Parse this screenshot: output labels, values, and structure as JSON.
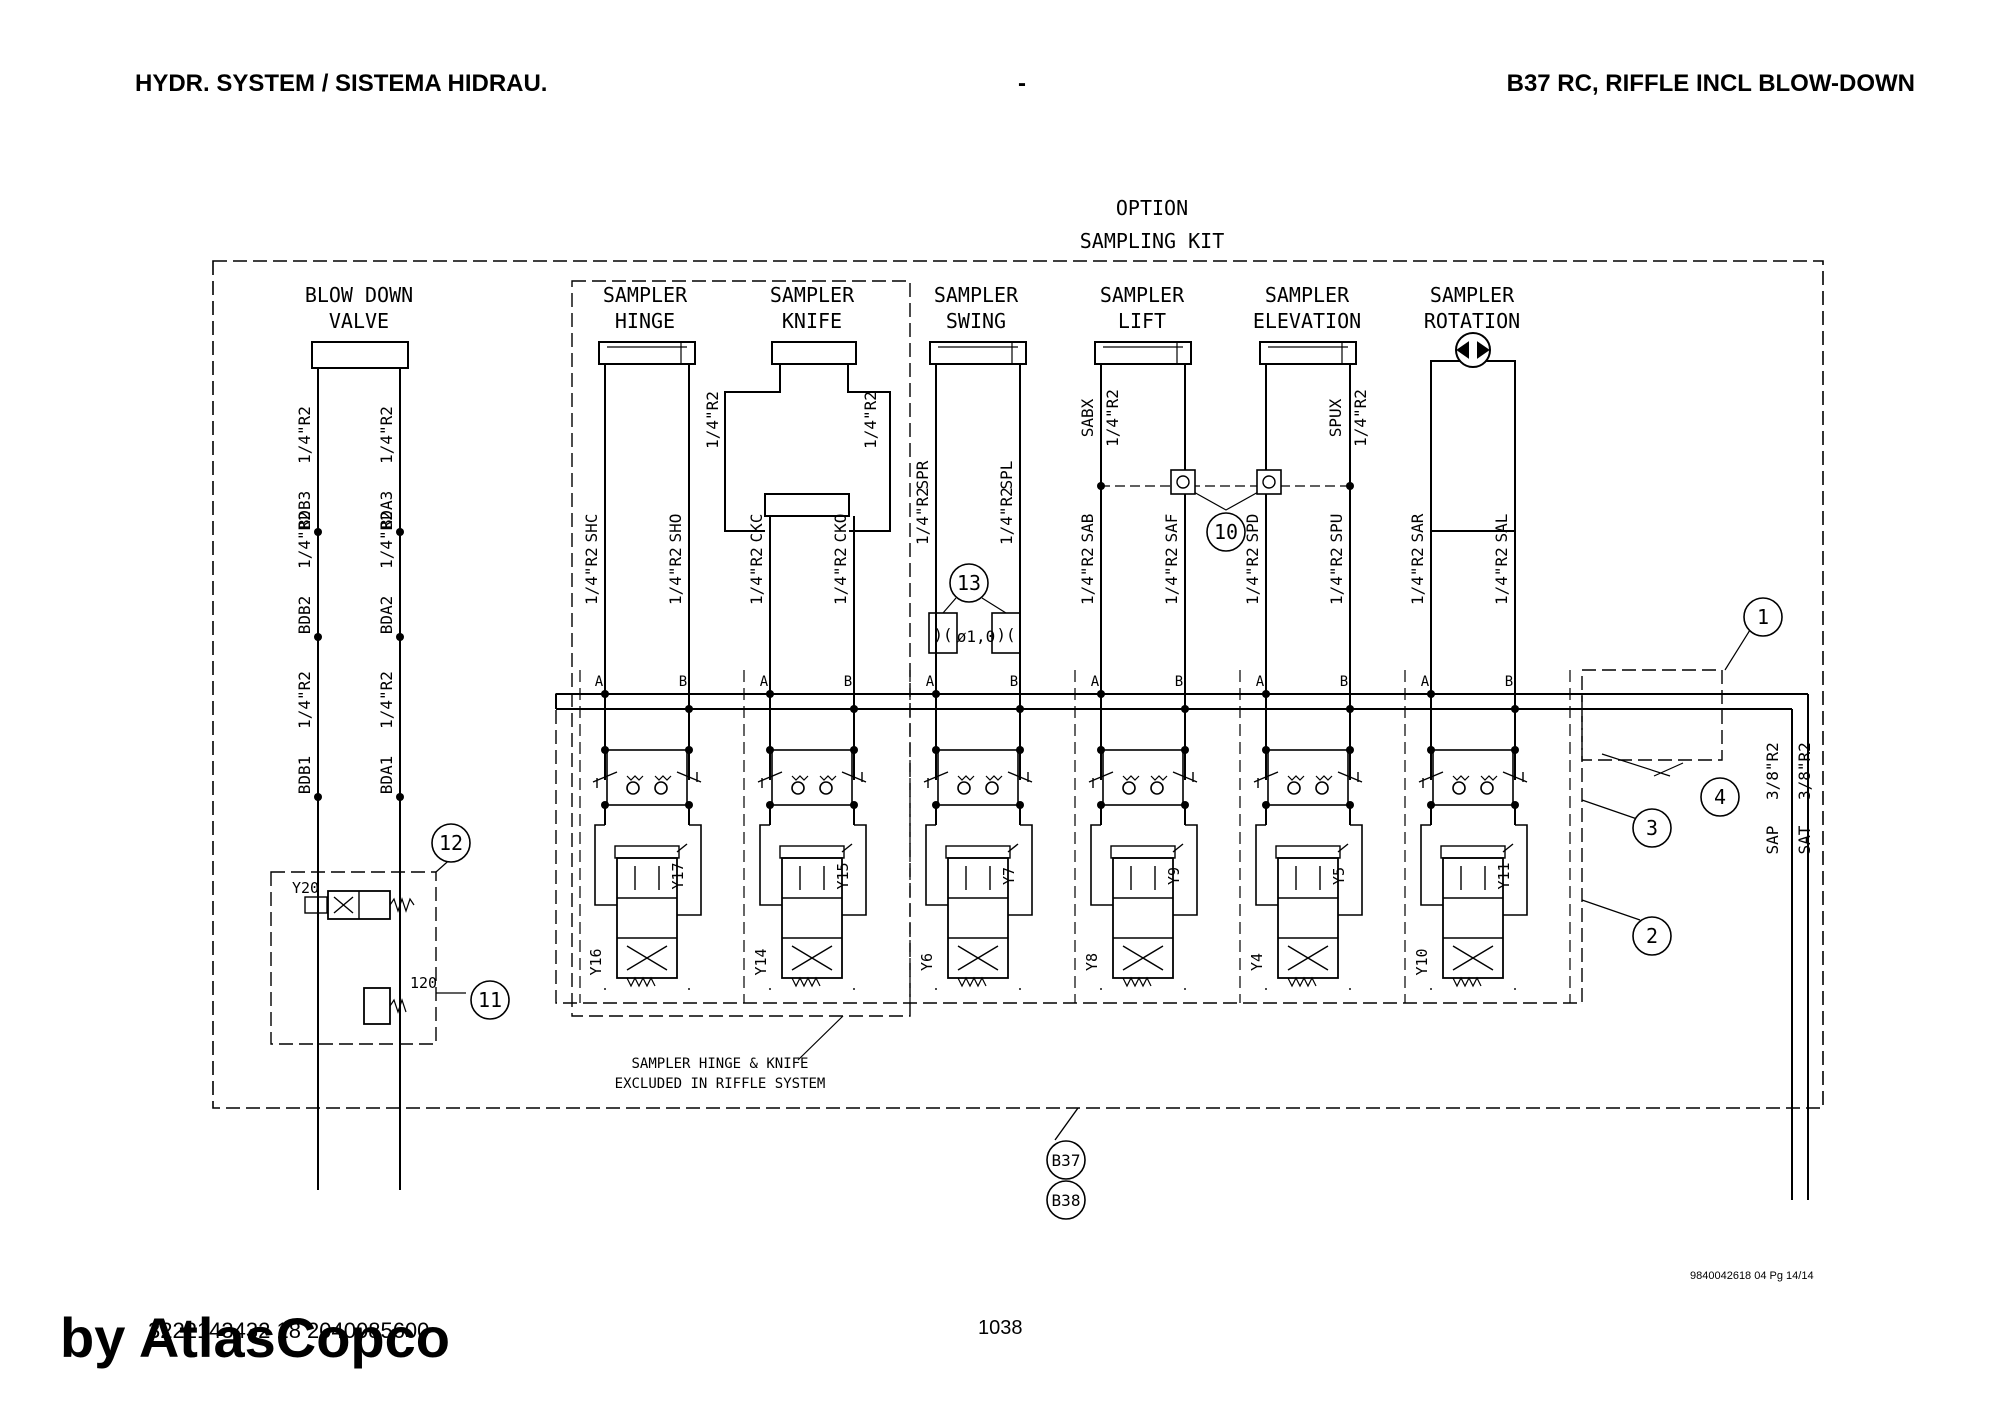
{
  "header": {
    "left": "HYDR. SYSTEM / SISTEMA HIDRAU.",
    "center": "-",
    "right": "B37 RC, RIFFLE INCL BLOW-DOWN"
  },
  "option_label": [
    "OPTION",
    "SAMPLING KIT"
  ],
  "sections": {
    "blowdown": [
      "BLOW DOWN",
      "VALVE"
    ],
    "hinge": [
      "SAMPLER",
      "HINGE"
    ],
    "knife": [
      "SAMPLER",
      "KNIFE"
    ],
    "swing": [
      "SAMPLER",
      "SWING"
    ],
    "lift": [
      "SAMPLER",
      "LIFT"
    ],
    "elevation": [
      "SAMPLER",
      "ELEVATION"
    ],
    "rotation": [
      "SAMPLER",
      "ROTATION"
    ]
  },
  "pipe_size": "1/4\"R2",
  "pipe_size_large": "3/8\"R2",
  "blowdown_lines": [
    "BDB3",
    "BDA3",
    "BDB2",
    "BDA2",
    "BDB1",
    "BDA1"
  ],
  "port_lines": [
    "SHC",
    "SHO",
    "CKC",
    "CKO",
    "SPR",
    "SPL",
    "SAB",
    "SAF",
    "SPD",
    "SPU",
    "SAR",
    "SAL"
  ],
  "upper_lines": [
    "SABX",
    "SPUX"
  ],
  "supply_lines": [
    "SAP",
    "SAT"
  ],
  "port_letters": [
    "A",
    "B"
  ],
  "solenoids": {
    "left": [
      "Y16",
      "Y14",
      "Y6",
      "Y8",
      "Y4",
      "Y10"
    ],
    "right": [
      "Y17",
      "Y15",
      "Y7",
      "Y9",
      "Y5",
      "Y11"
    ],
    "blowdown": "Y20"
  },
  "orifice": "ø1,0",
  "relief_pressure": "120",
  "callouts": [
    "1",
    "2",
    "3",
    "4",
    "10",
    "11",
    "12",
    "13"
  ],
  "note": [
    "SAMPLER HINGE & KNIFE",
    "EXCLUDED IN RIFFLE SYSTEM"
  ],
  "refs": [
    "B37",
    "B38"
  ],
  "doc_ref": "9840042618 04 Pg 14/14",
  "page_number": "1038",
  "part_number": "3222143432 18 2040085600",
  "watermark": "by AtlasCopco"
}
